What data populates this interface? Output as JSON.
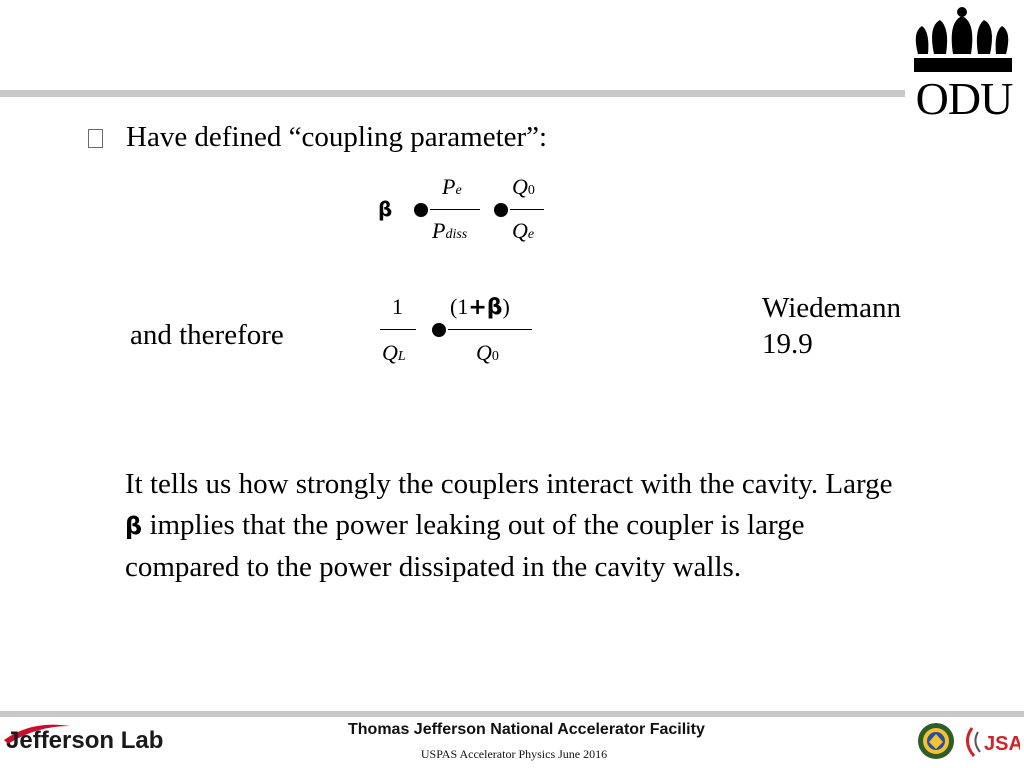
{
  "header": {
    "logo_text": "ODU"
  },
  "slide": {
    "bullet_text": "Have defined “coupling parameter”:",
    "eq1": {
      "lhs_symbol": "β",
      "num1_main": "P",
      "num1_sub": "e",
      "den1_main": "P",
      "den1_sub": "diss",
      "num2_main": "Q",
      "num2_sub": "0",
      "den2_main": "Q",
      "den2_sub": "e"
    },
    "and_therefore": "and therefore",
    "eq2": {
      "num1": "1",
      "den1_main": "Q",
      "den1_sub": "L",
      "num2_open": "(1",
      "num2_symbol": "+β",
      "num2_close": ")",
      "den2_main": "Q",
      "den2_sub": "0"
    },
    "reference": {
      "line1": "Wiedemann",
      "line2": "19.9"
    },
    "paragraph": {
      "part1": "It tells us how strongly the couplers interact with the cavity. Large ",
      "symbol": "β",
      "part2": " implies that the power leaking out of the coupler is large compared to the power dissipated in the cavity walls."
    }
  },
  "footer": {
    "lab_name": "Jefferson Lab",
    "facility": "Thomas Jefferson National Accelerator Facility",
    "course": "USPAS Accelerator Physics June 2016",
    "partner_logo_text": "JSA"
  },
  "colors": {
    "rule": "#c8c8c8",
    "jlab_red": "#c8102e",
    "jsa_red": "#d2232a"
  }
}
